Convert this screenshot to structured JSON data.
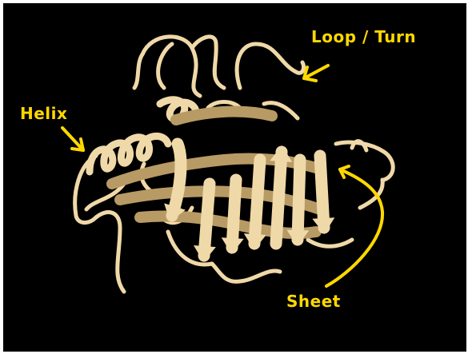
{
  "diagram": {
    "labels": {
      "loop_turn": "Loop / Turn",
      "helix": "Helix",
      "sheet": "Sheet"
    },
    "colors": {
      "background": "#000000",
      "annotation": "#ffd800",
      "ribbon": "#f0d9a8",
      "ribbon_shade": "#b89a64"
    }
  }
}
